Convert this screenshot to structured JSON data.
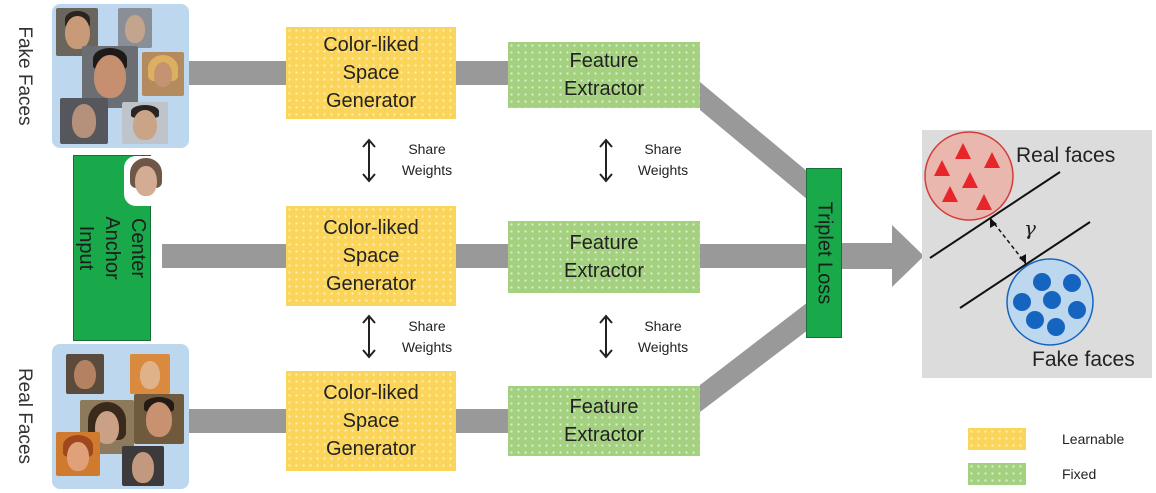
{
  "fake_panel_label": "Fake Faces",
  "real_panel_label": "Real Faces",
  "anchor_label": "Center\nAnchor Input",
  "generator_label": "Color-liked\nSpace\nGenerator",
  "extractor_label": "Feature\nExtractor",
  "share_label": "Share\nWeights",
  "loss_label": "Triplet Loss",
  "real_faces_label": "Real faces",
  "fake_faces_label": "Fake faces",
  "gamma_label": "γ",
  "legend": {
    "learnable": "Learnable",
    "fixed": "Fixed"
  },
  "colors": {
    "learnable": "#fbd55a",
    "fixed": "#a4d17f",
    "loss": "#19a84a",
    "arrow": "#999999",
    "real_cluster": "#e8262a",
    "fake_cluster": "#1565c0",
    "panel": "#bcd7ee"
  }
}
